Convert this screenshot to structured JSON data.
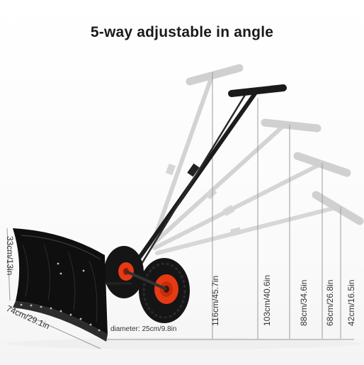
{
  "title": "5-way adjustable in angle",
  "heights": [
    {
      "label": "116cm/45.7in"
    },
    {
      "label": "103cm/40.6in"
    },
    {
      "label": "88cm/34.6in"
    },
    {
      "label": "68cm/26.8in"
    },
    {
      "label": "42cm/16.5in"
    }
  ],
  "blade": {
    "height_label": "33cm/13in",
    "width_label": "74cm/29.1in"
  },
  "wheel": {
    "diameter_label": "diameter: 25cm/9.8in"
  },
  "colors": {
    "handle": "#1c1c1c",
    "ghost_handle": "#c9c9c9",
    "wheel_hub": "#e53a14",
    "tire": "#151515",
    "blade": "#101010"
  }
}
